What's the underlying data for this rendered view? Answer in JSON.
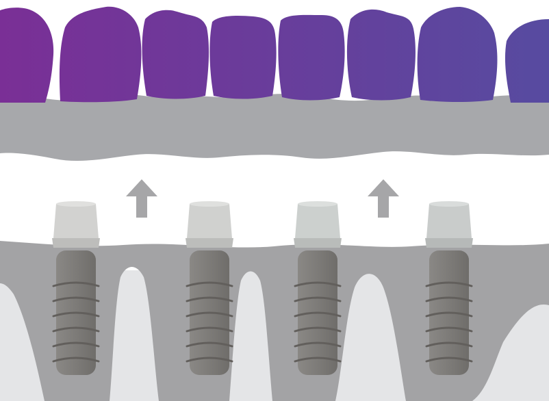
{
  "scene": {
    "subject": "implant-supported-bridge",
    "tooth_count": 8,
    "implant_count": 4,
    "arrow_count": 2,
    "arrow_direction": "up"
  },
  "colors": {
    "background": "#ffffff",
    "tooth_gradient_start": "#7a2f96",
    "tooth_gradient_end": "#574ba0",
    "bridge_gum": "#a7a8ab",
    "gum_tissue": "#a3a3a5",
    "bone": "#e4e5e7",
    "implant_collar": "#d2d2d0",
    "implant_collar_right": "#c9cccb",
    "implant_body": "#7f7d7a",
    "implant_thread": "#625f5c",
    "arrow": "#a6a6a8"
  },
  "icons": {
    "arrow_icon": "arrow-up-icon"
  }
}
